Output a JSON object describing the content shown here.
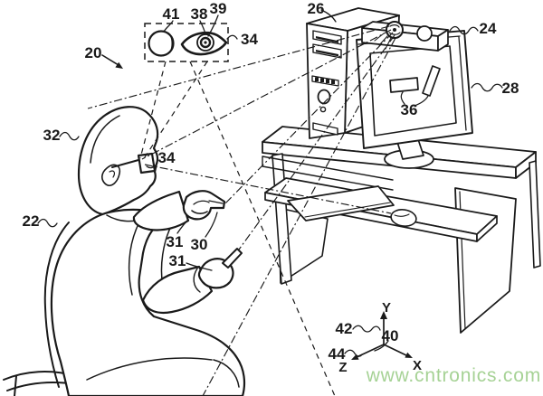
{
  "canvas": {
    "background": "#ffffff",
    "ink": "#1a1a1a"
  },
  "reference_labels": {
    "r20": "20",
    "r22": "22",
    "r24": "24",
    "r26": "26",
    "r28": "28",
    "r30": "30",
    "r31_upper": "31",
    "r31_lower": "31",
    "r32": "32",
    "r34_box": "34",
    "r34_glasses": "34",
    "r36": "36",
    "r38": "38",
    "r39": "39",
    "r40": "40",
    "r41": "41",
    "r42": "42",
    "r44": "44"
  },
  "axes": {
    "x": "X",
    "y": "Y",
    "z": "Z"
  },
  "watermark": {
    "text": "www.cntronics.com",
    "color": "#a6d295"
  }
}
